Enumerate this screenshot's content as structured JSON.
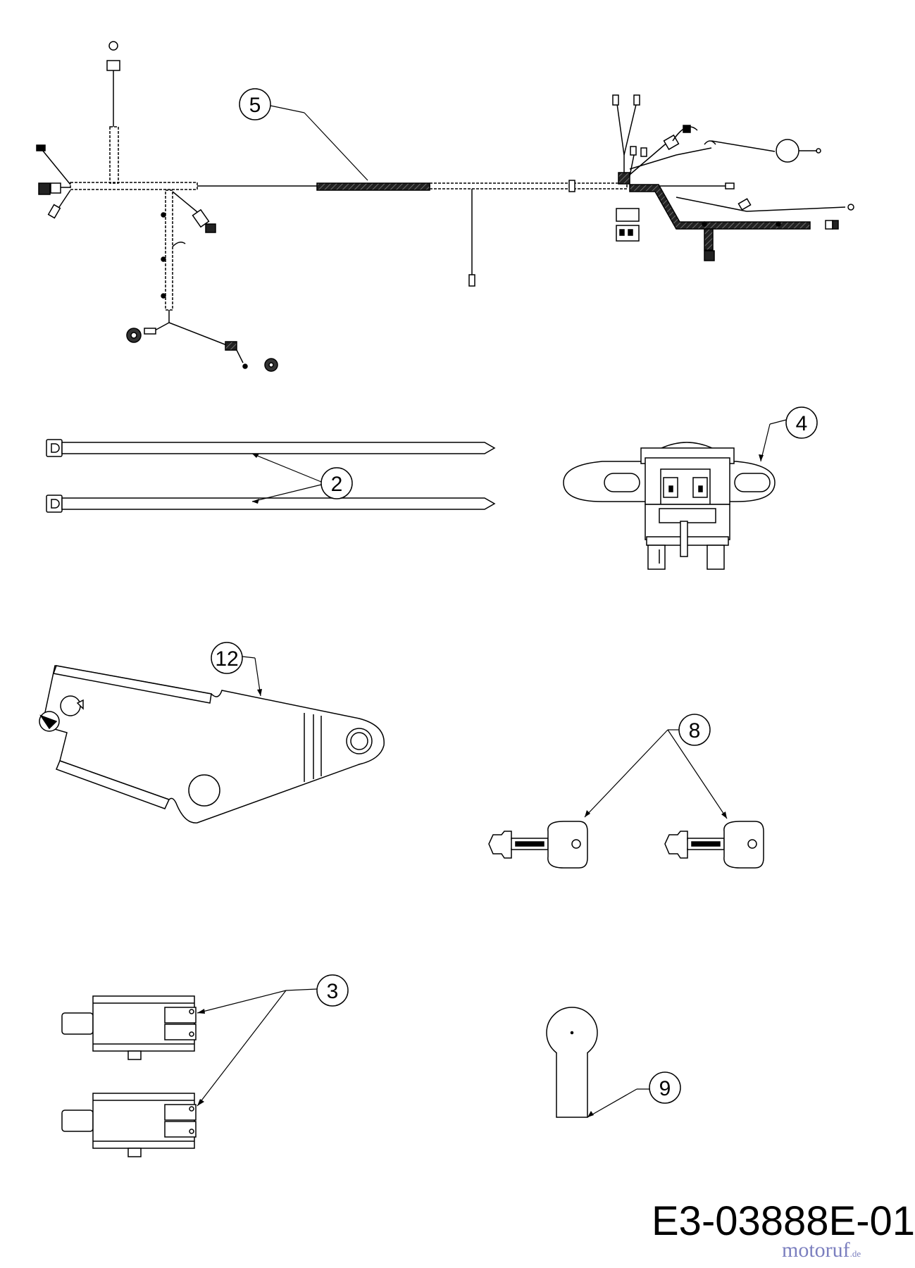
{
  "callouts": [
    {
      "id": "5",
      "label": "5"
    },
    {
      "id": "2",
      "label": "2"
    },
    {
      "id": "4",
      "label": "4"
    },
    {
      "id": "12",
      "label": "12"
    },
    {
      "id": "8",
      "label": "8"
    },
    {
      "id": "3",
      "label": "3"
    },
    {
      "id": "9",
      "label": "9"
    }
  ],
  "drawing_code": "E3-03888E-01",
  "watermark": {
    "main": "motoruf",
    "tld": ".de"
  }
}
